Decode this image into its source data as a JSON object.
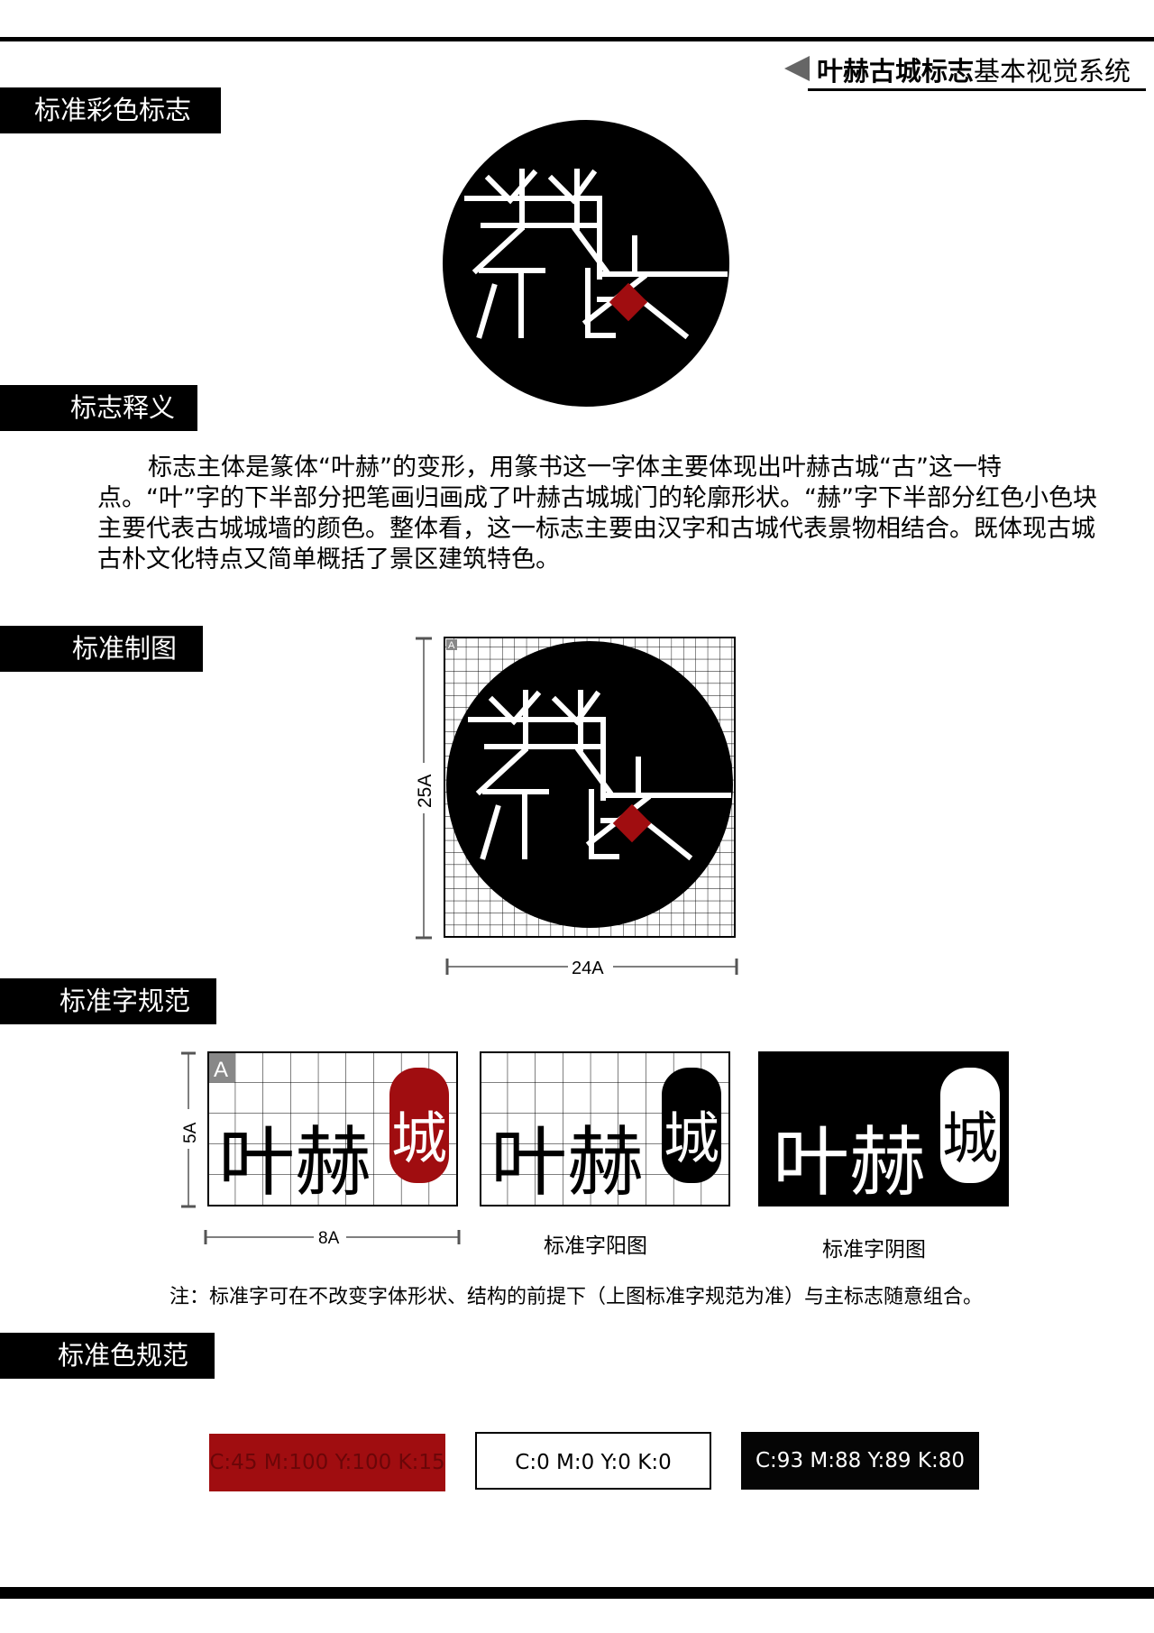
{
  "header": {
    "title_bold": "叶赫古城标志",
    "title_rest": "基本视觉系统"
  },
  "sections": {
    "color_logo": "标准彩色标志",
    "explanation": "标志释义",
    "drafting": "标准制图",
    "wordmark": "标准字规范",
    "colors": "标准色规范"
  },
  "explanation_text": "标志主体是篆体“叶赫”的变形，用篆书这一字体主要体现出叶赫古城“古”这一特点。“叶”字的下半部分把笔画归画成了叶赫古城城门的轮廓形状。“赫”字下半部分红色小色块主要代表古城城墙的颜色。整体看，这一标志主要由汉字和古城代表景物相结合。既体现古城古朴文化特点又简单概括了景区建筑特色。",
  "drafting": {
    "grid_unit": "A",
    "height_label": "25A",
    "width_label": "24A"
  },
  "wordmark": {
    "text": "叶赫",
    "seal_char": "城",
    "grid_unit": "A",
    "height_label": "5A",
    "width_label": "8A",
    "positive_caption": "标准字阳图",
    "negative_caption": "标准字阴图",
    "note": "注：标准字可在不改变字体形状、结构的前提下（上图标准字规范为准）与主标志随意组合。"
  },
  "colors": [
    {
      "label": "C:45 M:100 Y:100 K:15",
      "hex": "#a00d10"
    },
    {
      "label": "C:0   M:0   Y:0   K:0",
      "hex": "#ffffff"
    },
    {
      "label": "C:93 M:88 Y:89 K:80",
      "hex": "#050505"
    }
  ]
}
